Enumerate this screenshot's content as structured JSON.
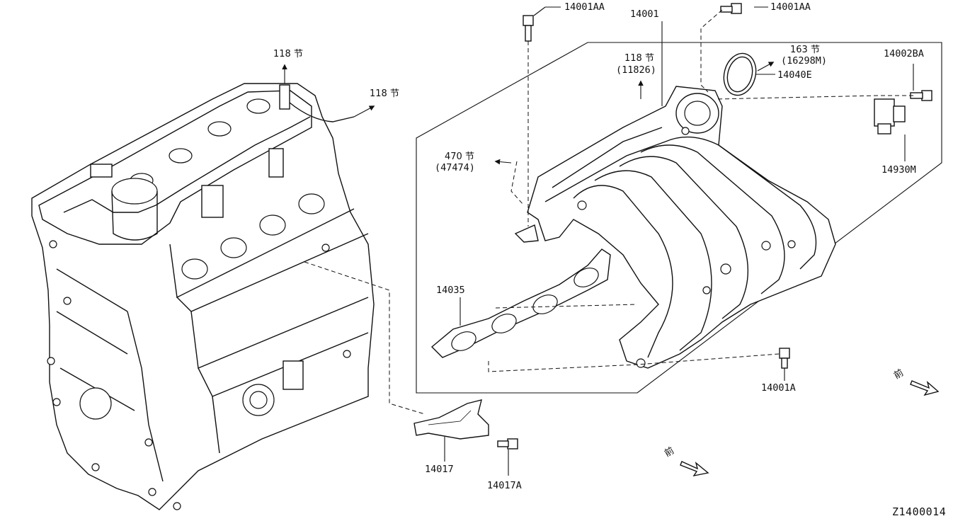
{
  "diagram_code": "Z1400014",
  "parts": {
    "p14001": "14001",
    "p14001AA_left": "14001AA",
    "p14001AA_right": "14001AA",
    "p14040E": "14040E",
    "p14002BA": "14002BA",
    "p14930M": "14930M",
    "p14035": "14035",
    "p14001A": "14001A",
    "p14017": "14017",
    "p14017A": "14017A"
  },
  "section_refs": {
    "ref_118_top": "118 节",
    "ref_118_right": "118 节",
    "ref_118_manifold": "118 节",
    "ref_118_manifold_sub": "(11826)",
    "ref_163": "163 节",
    "ref_163_sub": "(16298M)",
    "ref_470": "470 节",
    "ref_470_sub": "(47474)"
  },
  "front_marks": {
    "front_1": "前",
    "front_2": "前"
  }
}
